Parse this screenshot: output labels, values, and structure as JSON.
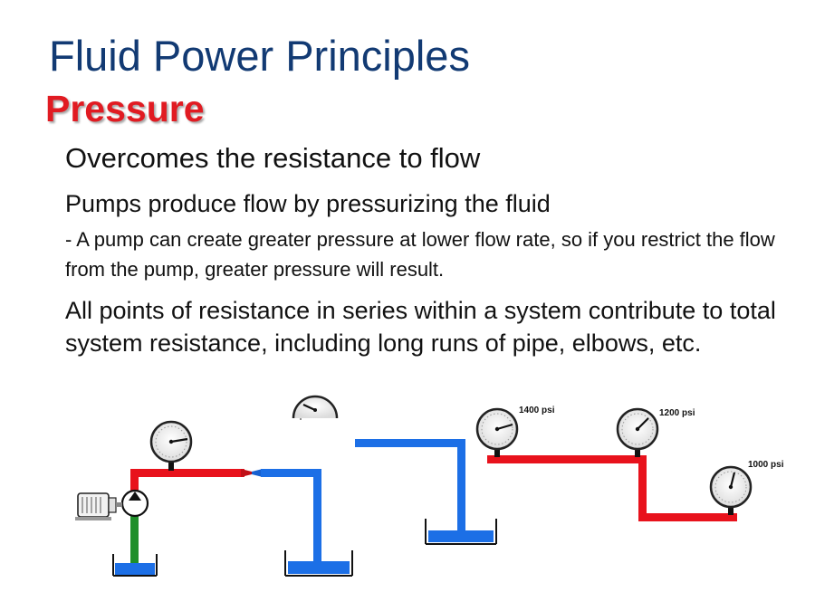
{
  "slide": {
    "title": "Fluid Power Principles",
    "subtitle": "Pressure",
    "point1": "Overcomes the resistance to flow",
    "point2": "Pumps produce flow by pressurizing the fluid",
    "point2_detail": "- A pump can create greater pressure at lower flow rate, so if you restrict the flow from the pump, greater pressure will result.",
    "point3": "All points of resistance in series within a system contribute to total system resistance, including long runs of pipe, elbows, etc."
  },
  "diagram": {
    "gauge_labels": [
      "1400 psi",
      "1200 psi",
      "1000 psi"
    ],
    "colors": {
      "pressure_line": "#e8121c",
      "return_line": "#1c6fe6",
      "suction_line": "#1f8f2a",
      "title": "#123a73",
      "subtitle": "#e11b22"
    }
  }
}
